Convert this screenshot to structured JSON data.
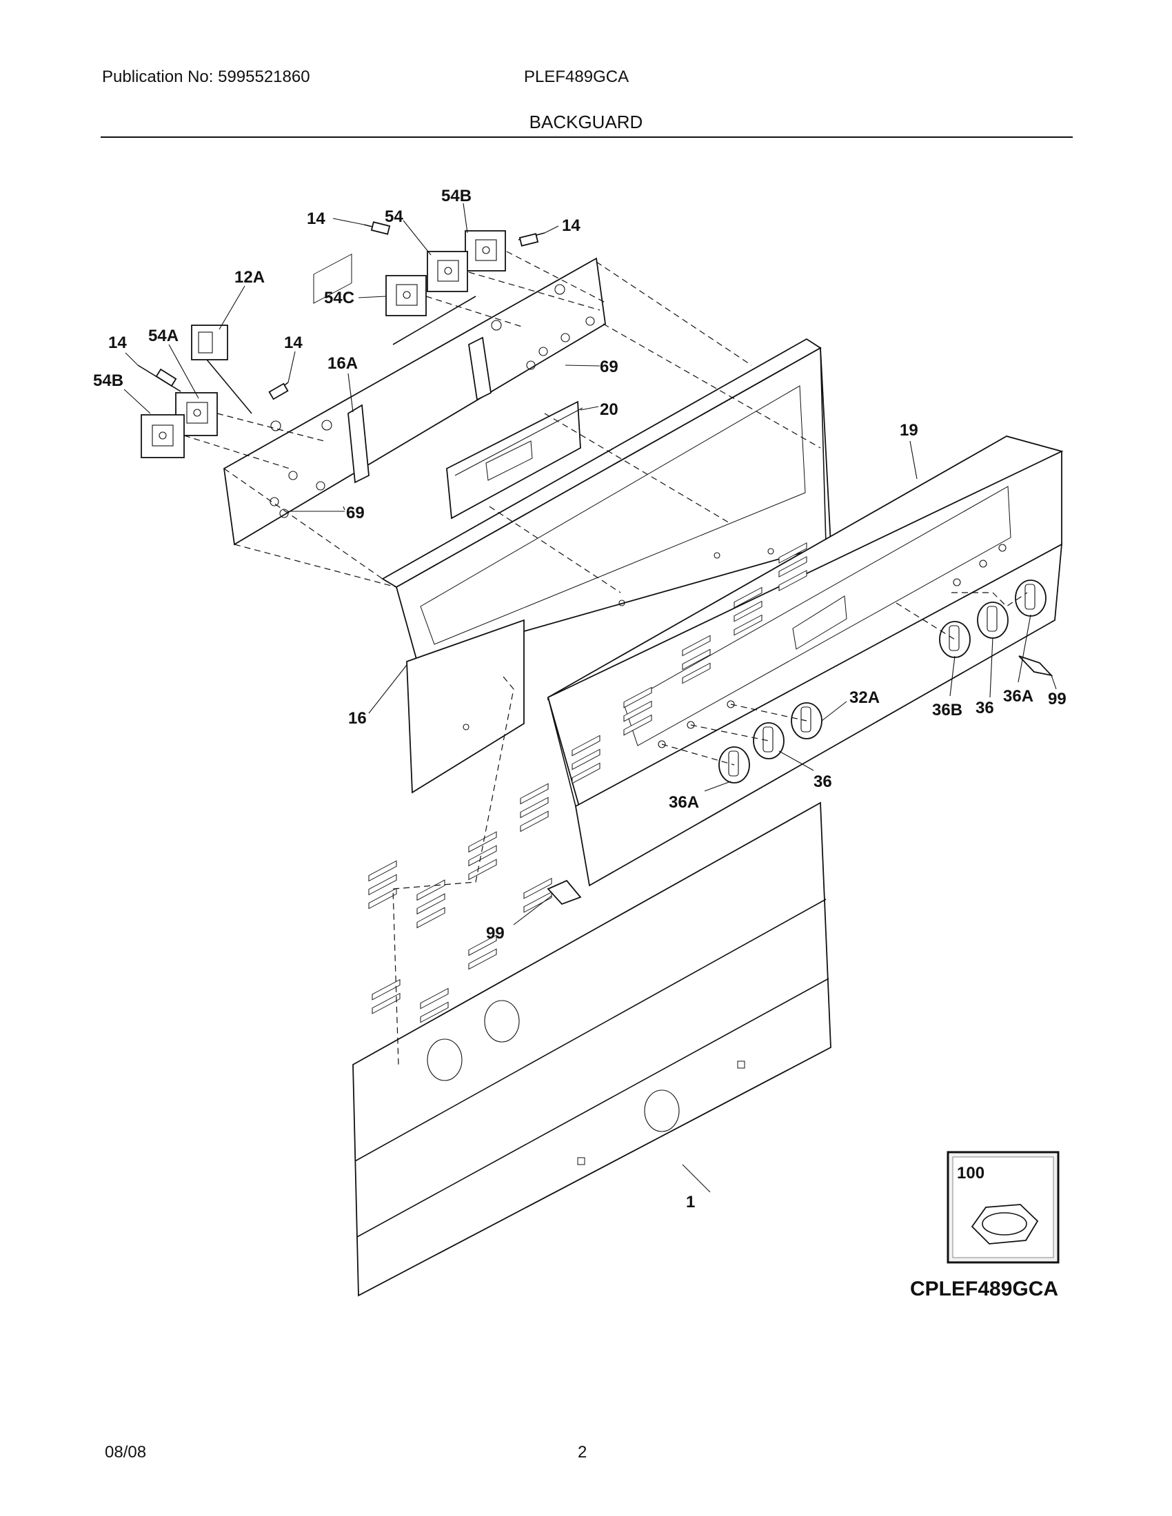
{
  "header": {
    "publication": "Publication No: 5995521860",
    "model": "PLEF489GCA",
    "title": "BACKGUARD"
  },
  "callouts": {
    "c54b_top": "54B",
    "c54_top": "54",
    "c14_a": "14",
    "c14_b": "14",
    "c12a": "12A",
    "c54c": "54C",
    "c14_c": "14",
    "c54a": "54A",
    "c14_d": "14",
    "c54b_left": "54B",
    "c16a": "16A",
    "c69_a": "69",
    "c20": "20",
    "c69_b": "69",
    "c19": "19",
    "c16": "16",
    "c32a": "32A",
    "c36b": "36B",
    "c36_a": "36",
    "c36a_right": "36A",
    "c99_right": "99",
    "c36_b": "36",
    "c36a_left": "36A",
    "c99_left": "99",
    "c1": "1"
  },
  "inset": {
    "label": "100"
  },
  "diagram_code": "CPLEF489GCA",
  "footer": {
    "date": "08/08",
    "page": "2"
  }
}
